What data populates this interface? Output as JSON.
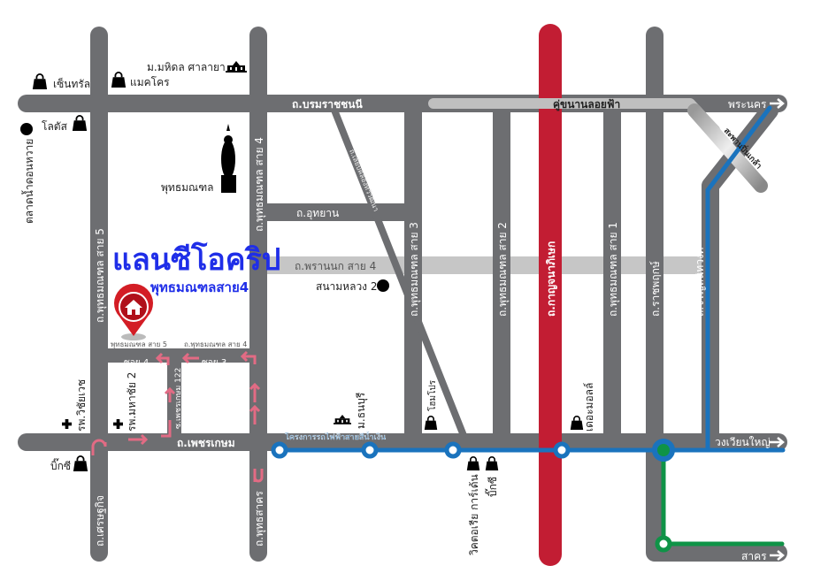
{
  "title": "แลนซีโอคริป",
  "subtitle": "พุทธมณฑลสาย4",
  "colors": {
    "road": "#6d6e71",
    "road_light": "#c6c6c6",
    "expressway": "#bfbfbf",
    "kanchanaphisek": "#c21d33",
    "blue_line": "#1a73bd",
    "green_line": "#0f9347",
    "route_arrow": "#e26b84",
    "pin": "#d31d25",
    "title": "#1f2ee8"
  },
  "roads": {
    "boromratchonnani": "ถ.บรมราชชนนี",
    "sky_bridge": "คู่ขนานลอยฟ้า",
    "phra_nakhon": "พระนคร",
    "utthayan": "ถ.อุทยาน",
    "phrannok": "ถ.พรานนก สาย 4",
    "diagonal": "ถ.เลียบคลองทวีวัฒนา",
    "pm5": "ถ.พุทธมณฑล สาย 5",
    "pm4": "ถ.พุทธมณฑล สาย 4",
    "pm3": "ถ.พุทธมณฑล สาย 3",
    "pm2": "ถ.พุทธมณฑล สาย 2",
    "kanchanaphisek": "ถ.กาญจนาภิเษก",
    "pm1": "ถ.พุทธมณฑล สาย 1",
    "ratchaphruek": "ถ.ราชพฤกษ์",
    "charansanitwong": "ถ.จรัญสนิทวงศ์",
    "phetkasem": "ถ.เพชรเกษม",
    "setthakit": "ถ.เศรษฐกิจ",
    "phutthasakhon": "ถ.พุทธสาคร",
    "wongwian_yai": "วงเวียนใหญ่",
    "sakhon": "สาคร",
    "pinklao_bridge": "สะพานปิ่นเกล้า",
    "soi_pm5": "พุทธมณฑล สาย 5",
    "soi4": "ซอย 4",
    "soi_pm4": "ถ.พุทธมณฑล สาย 4",
    "soi3": "ซอย 3",
    "phetkasem122": "ซ.เพชรเกษม 122",
    "blue_line_project": "โครงการรถไฟฟ้าสายสีน้ำเงิน"
  },
  "places": [
    {
      "name": "ม.มหิดล ศาลายา",
      "icon": "university-icon"
    },
    {
      "name": "เซ็นทรัล",
      "icon": "shopping-bag-icon"
    },
    {
      "name": "แมคโคร",
      "icon": "shopping-bag-icon"
    },
    {
      "name": "โลตัส",
      "icon": "shopping-bag-icon"
    },
    {
      "name": "ตลาดน้ำดอนหวาย",
      "icon": "dot-icon"
    },
    {
      "name": "พุทธมณฑล",
      "icon": "buddha-statue-icon"
    },
    {
      "name": "สนามหลวง 2",
      "icon": "dot-icon"
    },
    {
      "name": "รพ.วิชัยเวช",
      "icon": "hospital-icon"
    },
    {
      "name": "รพ.มหาชัย 2",
      "icon": "hospital-icon"
    },
    {
      "name": "บิ๊กซี",
      "icon": "shopping-bag-icon"
    },
    {
      "name": "ม.ธนบุรี",
      "icon": "university-icon"
    },
    {
      "name": "โฮมโปร",
      "icon": "shopping-bag-icon"
    },
    {
      "name": "วิคตอเรีย การ์เด้น",
      "icon": "shopping-bag-icon"
    },
    {
      "name": "บิ๊กซี",
      "icon": "shopping-bag-icon"
    },
    {
      "name": "เดอะมอลล์",
      "icon": "shopping-bag-icon"
    }
  ]
}
